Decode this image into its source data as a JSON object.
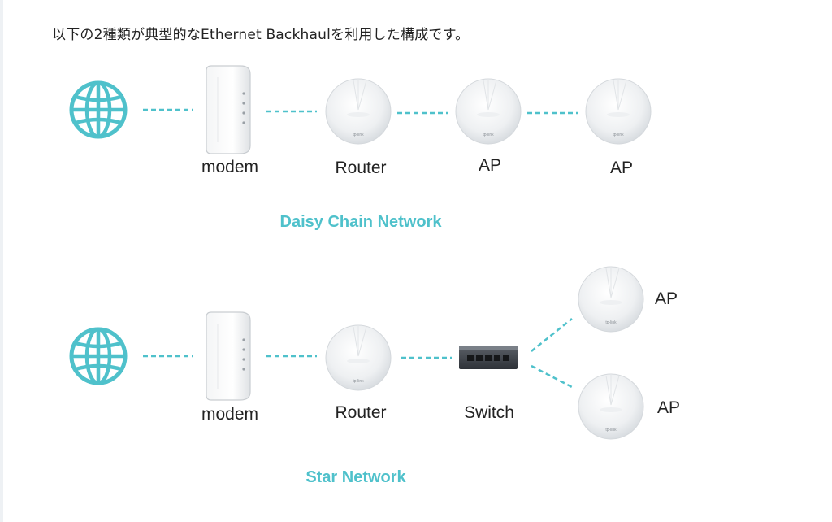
{
  "intro_text": "以下の2種類が典型的なEthernet Backhaulを利用した構成です。",
  "accent_color": "#4fc1cb",
  "daisy": {
    "title": "Daisy Chain Network",
    "labels": {
      "modem": "modem",
      "router": "Router",
      "ap1": "AP",
      "ap2": "AP"
    }
  },
  "star": {
    "title": "Star Network",
    "labels": {
      "modem": "modem",
      "router": "Router",
      "switch": "Switch",
      "ap1": "AP",
      "ap2": "AP"
    }
  },
  "icons": {
    "globe": "globe-icon",
    "modem": "modem-icon",
    "mesh_unit": "deco-unit-icon",
    "switch": "switch-icon"
  }
}
